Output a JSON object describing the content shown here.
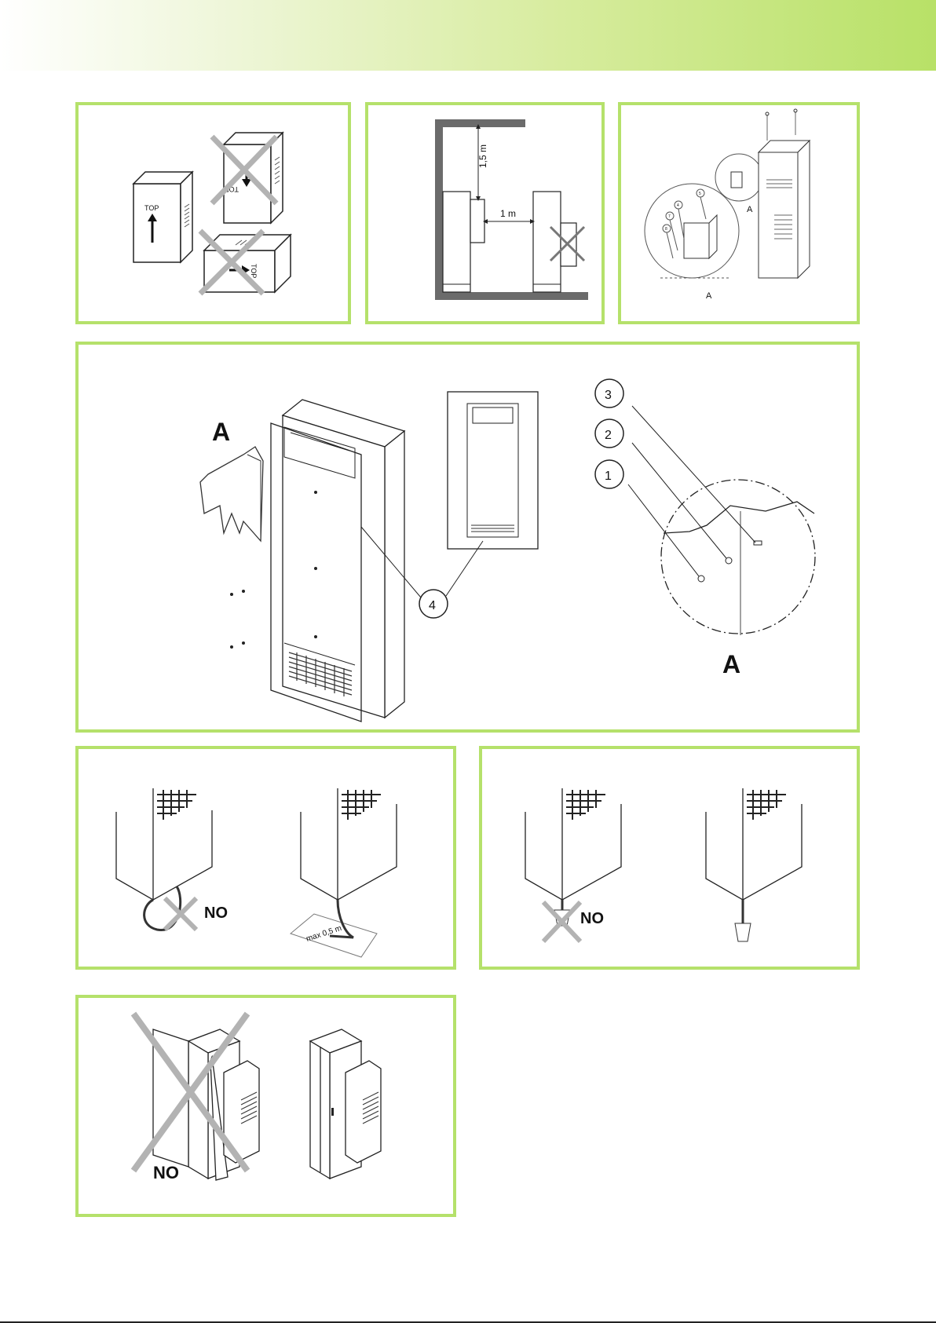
{
  "colors": {
    "accent": "#b5e16b",
    "cross": "#b3b3b3"
  },
  "panel_orientation": {
    "top_label_1": "TOP",
    "top_label_2": "TOP",
    "top_label_3": "TOP"
  },
  "panel_clearance": {
    "dim_vertical": "1,5 m",
    "dim_horizontal": "1 m"
  },
  "panel_detail": {
    "label_a_1": "A",
    "label_a_2": "A",
    "callouts": [
      "5",
      "4",
      "7",
      "8"
    ]
  },
  "panel_mounting": {
    "label_a_left": "A",
    "label_a_right": "A",
    "callout_1": "1",
    "callout_2": "2",
    "callout_3": "3",
    "callout_4": "4"
  },
  "panel_drain_hose": {
    "no_label": "NO",
    "max_label": "max 0,5 m"
  },
  "panel_drain_cup": {
    "no_label": "NO"
  },
  "panel_door": {
    "no_label": "NO"
  }
}
